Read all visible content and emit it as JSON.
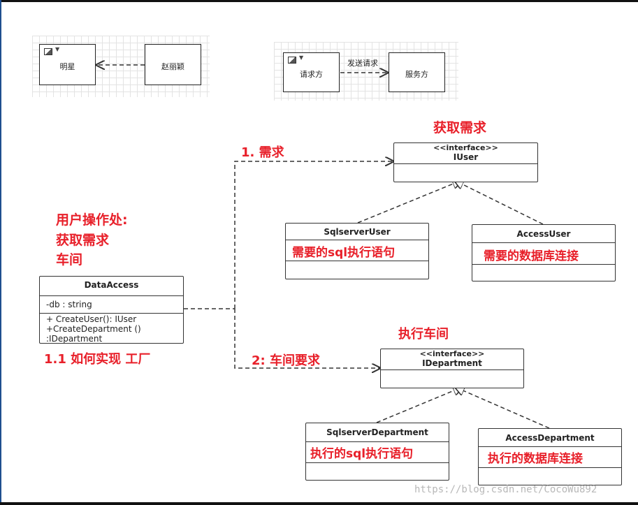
{
  "example1": {
    "target_label": "明星",
    "source_label": "赵丽颖"
  },
  "example2": {
    "source_label": "请求方",
    "arrow_label": "发送请求",
    "target_label": "服务方"
  },
  "titles": {
    "get_requirement": "获取需求",
    "user_ops_line1": "用户操作处:",
    "user_ops_line2": "获取需求",
    "user_ops_line3": "车间",
    "demand": "1. 需求",
    "how_implement": "1.1 如何实现 工厂",
    "exec_workshop": "执行车间",
    "workshop_req": "2: 车间要求"
  },
  "iuser": {
    "stereotype": "<<interface>>",
    "name": "IUser"
  },
  "sqlserver_user": {
    "name": "SqlserverUser",
    "note": "需要的sql执行语句"
  },
  "access_user": {
    "name": "AccessUser",
    "note": "需要的数据库连接"
  },
  "data_access": {
    "name": "DataAccess",
    "field": "-db : string",
    "method1": "+ CreateUser(): IUser",
    "method2": "+CreateDepartment ()",
    "method3": ":IDepartment"
  },
  "idepartment": {
    "stereotype": "<<interface>>",
    "name": "IDepartment"
  },
  "sqlserver_department": {
    "name": "SqlserverDepartment",
    "note": "执行的sql执行语句"
  },
  "access_department": {
    "name": "AccessDepartment",
    "note": "执行的数据库连接"
  },
  "watermark": "https://blog.csdn.net/CocoWu892",
  "colors": {
    "annotation": "#e8202a",
    "frame": "#111111"
  },
  "icons": [
    "image-icon",
    "chevron-down-icon"
  ]
}
